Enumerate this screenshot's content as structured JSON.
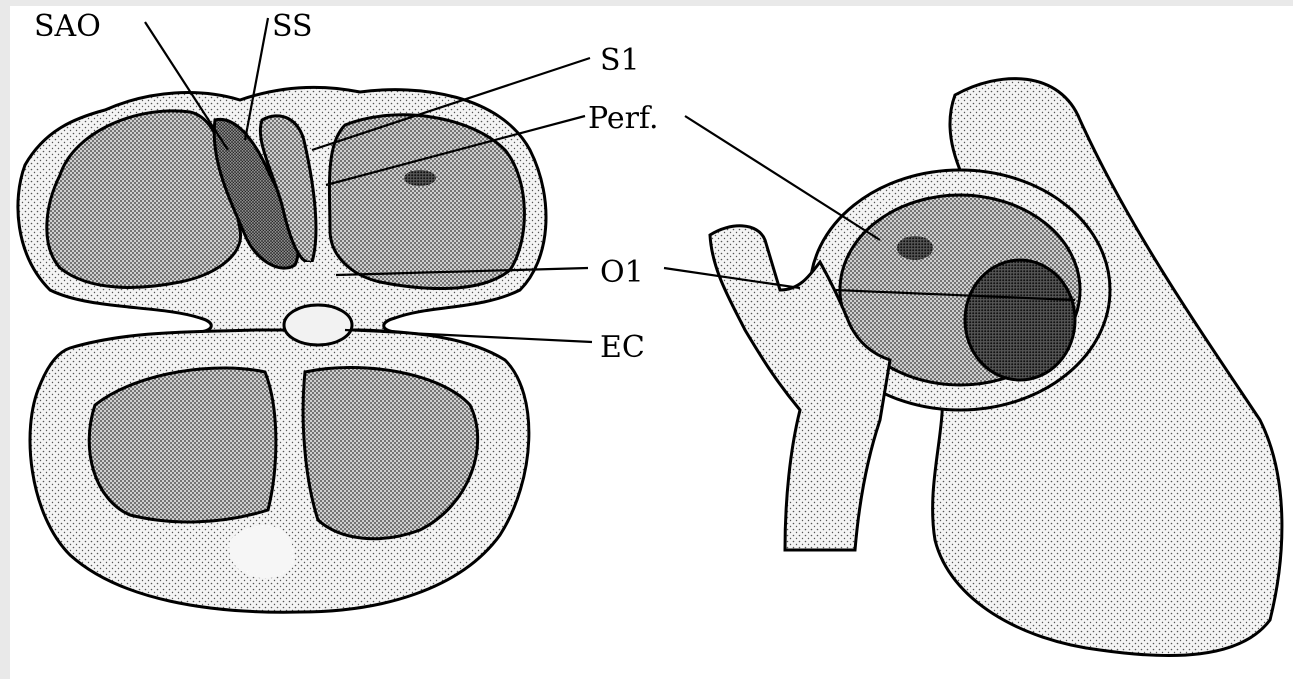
{
  "colors": {
    "frame": "#e9e9e9",
    "paper": "#ffffff",
    "light_stipple": "#dddddd",
    "medium_stipple": "#a9a9a9",
    "dark_stipple": "#6a6a6a",
    "darkest": "#3a3a3a",
    "ink": "#000000"
  },
  "labels": {
    "sao": "SAO",
    "ss": "SS",
    "s1": "S1",
    "perf": "Perf.",
    "o1": "O1",
    "ec": "EC"
  }
}
